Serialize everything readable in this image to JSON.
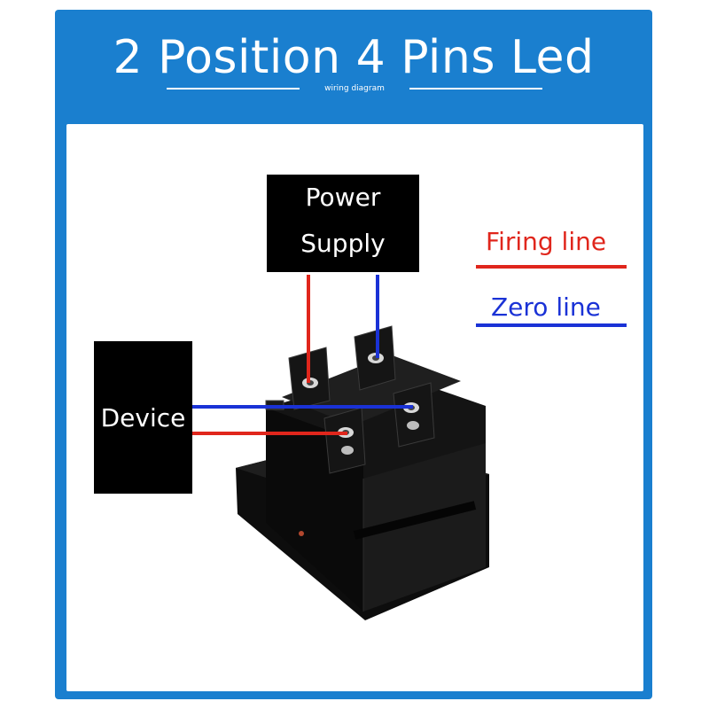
{
  "title": "2 Position 4 Pins Led",
  "subtitle": "wiring diagram",
  "power_supply": {
    "line1": "Power",
    "line2": "Supply"
  },
  "device": {
    "label": "Device"
  },
  "legend": {
    "firing": {
      "label": "Firing line",
      "color": "#e0261c"
    },
    "zero": {
      "label": "Zero line",
      "color": "#1a32d6"
    }
  },
  "colors": {
    "frame": "#1a7fcf",
    "box": "#000000",
    "switch_body": "#111111"
  }
}
